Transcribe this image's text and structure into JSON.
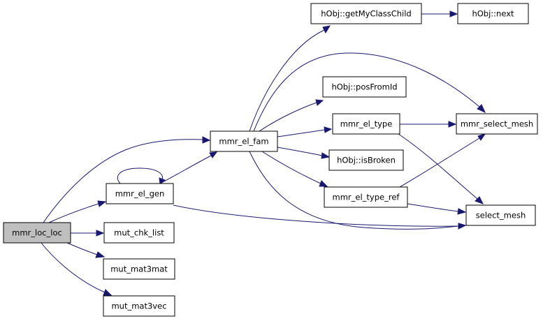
{
  "graph": {
    "nodes": [
      {
        "id": "mmr_loc_loc",
        "label": "mmr_loc_loc",
        "root": true
      },
      {
        "id": "mmr_el_gen",
        "label": "mmr_el_gen"
      },
      {
        "id": "mut_chk_list",
        "label": "mut_chk_list"
      },
      {
        "id": "mut_mat3mat",
        "label": "mut_mat3mat"
      },
      {
        "id": "mut_mat3vec",
        "label": "mut_mat3vec"
      },
      {
        "id": "mmr_el_fam",
        "label": "mmr_el_fam"
      },
      {
        "id": "getMyClassChild",
        "label": "hObj::getMyClassChild"
      },
      {
        "id": "next",
        "label": "hObj::next"
      },
      {
        "id": "posFromId",
        "label": "hObj::posFromId"
      },
      {
        "id": "mmr_el_type",
        "label": "mmr_el_type"
      },
      {
        "id": "isBroken",
        "label": "hObj::isBroken"
      },
      {
        "id": "mmr_el_type_ref",
        "label": "mmr_el_type_ref"
      },
      {
        "id": "mmr_select_mesh",
        "label": "mmr_select_mesh"
      },
      {
        "id": "select_mesh",
        "label": "select_mesh"
      }
    ],
    "edges": [
      {
        "from": "mmr_loc_loc",
        "to": "mmr_el_fam"
      },
      {
        "from": "mmr_loc_loc",
        "to": "mmr_el_gen"
      },
      {
        "from": "mmr_loc_loc",
        "to": "mut_chk_list"
      },
      {
        "from": "mmr_loc_loc",
        "to": "mut_mat3mat"
      },
      {
        "from": "mmr_loc_loc",
        "to": "mut_mat3vec"
      },
      {
        "from": "mmr_el_gen",
        "to": "mmr_el_gen"
      },
      {
        "from": "mmr_el_gen",
        "to": "mmr_el_fam"
      },
      {
        "from": "mmr_el_gen",
        "to": "select_mesh"
      },
      {
        "from": "mmr_el_fam",
        "to": "getMyClassChild"
      },
      {
        "from": "mmr_el_fam",
        "to": "mmr_select_mesh"
      },
      {
        "from": "mmr_el_fam",
        "to": "posFromId"
      },
      {
        "from": "mmr_el_fam",
        "to": "mmr_el_type"
      },
      {
        "from": "mmr_el_fam",
        "to": "isBroken"
      },
      {
        "from": "mmr_el_fam",
        "to": "mmr_el_type_ref"
      },
      {
        "from": "mmr_el_fam",
        "to": "select_mesh"
      },
      {
        "from": "getMyClassChild",
        "to": "next"
      },
      {
        "from": "mmr_el_type",
        "to": "mmr_select_mesh"
      },
      {
        "from": "mmr_el_type",
        "to": "select_mesh"
      },
      {
        "from": "mmr_el_type_ref",
        "to": "mmr_select_mesh"
      },
      {
        "from": "mmr_el_type_ref",
        "to": "select_mesh"
      }
    ],
    "colors": {
      "edge": "#191970",
      "root_fill": "#bfbfbf",
      "node_fill": "#ffffff",
      "node_stroke": "#000000"
    }
  }
}
